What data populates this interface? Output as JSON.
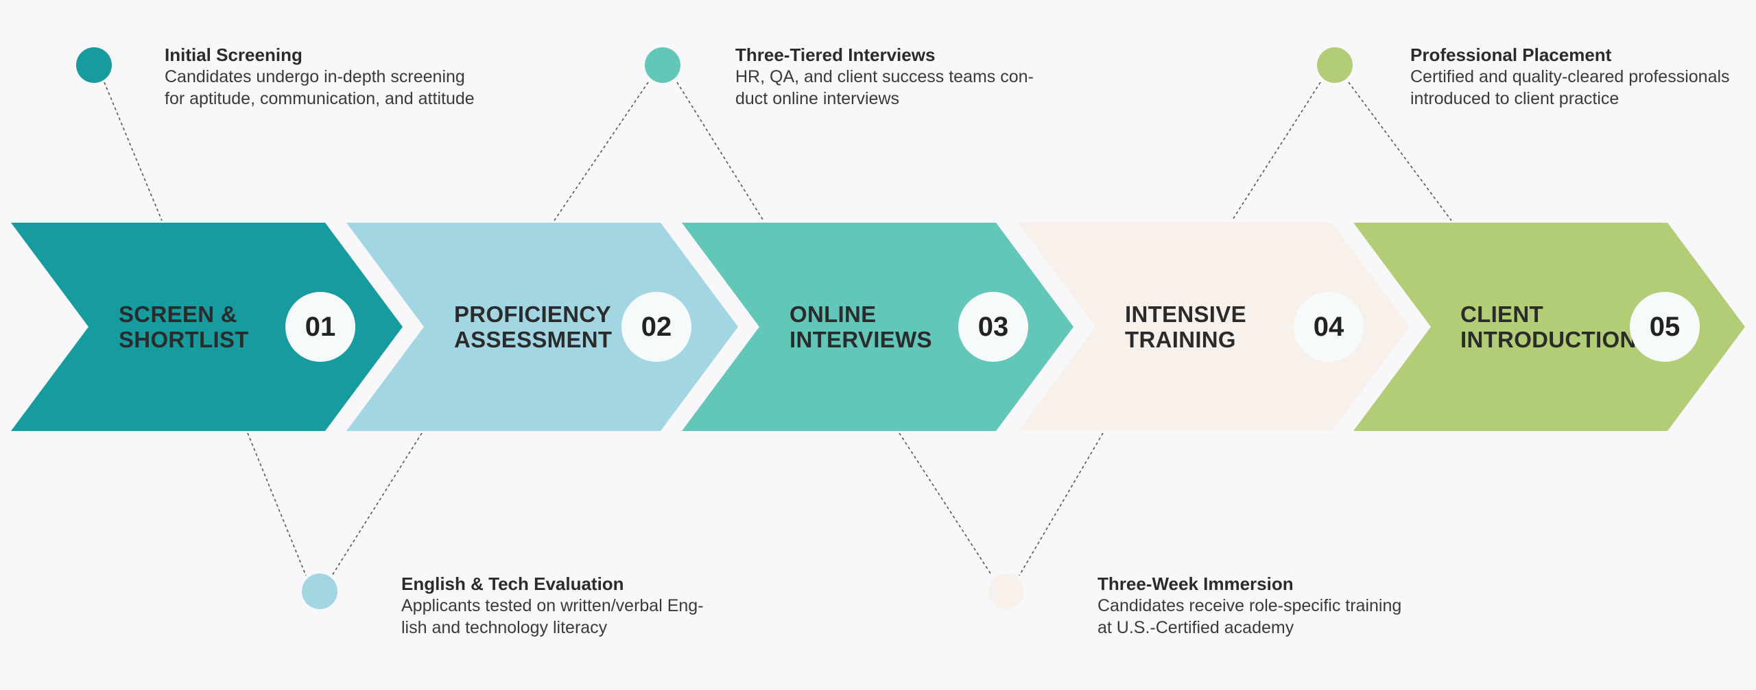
{
  "steps": [
    {
      "number": "01",
      "line1": "SCREEN &",
      "line2": "SHORTLIST",
      "color": "#169b9e"
    },
    {
      "number": "02",
      "line1": "PROFICIENCY",
      "line2": "ASSESSMENT",
      "color": "#a3d6e3"
    },
    {
      "number": "03",
      "line1": "ONLINE",
      "line2": "INTERVIEWS",
      "color": "#62c6b9"
    },
    {
      "number": "04",
      "line1": "INTENSIVE",
      "line2": "TRAINING",
      "color": "#f8f1eb"
    },
    {
      "number": "05",
      "line1": "CLIENT",
      "line2": "INTRODUCTION",
      "color": "#b2cd75"
    }
  ],
  "notes": [
    {
      "title": "Initial Screening",
      "line1": "Candidates undergo in-depth screening",
      "line2": "for aptitude, communication, and attitude",
      "dot_color": "#169b9e"
    },
    {
      "title": "English & Tech Evaluation",
      "line1": "Applicants tested on written/verbal Eng-",
      "line2": "lish and technology literacy",
      "dot_color": "#a3d6e3"
    },
    {
      "title": "Three-Tiered Interviews",
      "line1": "HR, QA, and client success teams con-",
      "line2": "duct online interviews",
      "dot_color": "#62c6b9"
    },
    {
      "title": "Three-Week Immersion",
      "line1": "Candidates receive role-specific training",
      "line2": "at U.S.-Certified academy",
      "dot_color": "#f8f1eb"
    },
    {
      "title": "Professional Placement",
      "line1": "Certified and quality-cleared professionals",
      "line2": "introduced to client practice",
      "dot_color": "#b2cd75"
    }
  ]
}
